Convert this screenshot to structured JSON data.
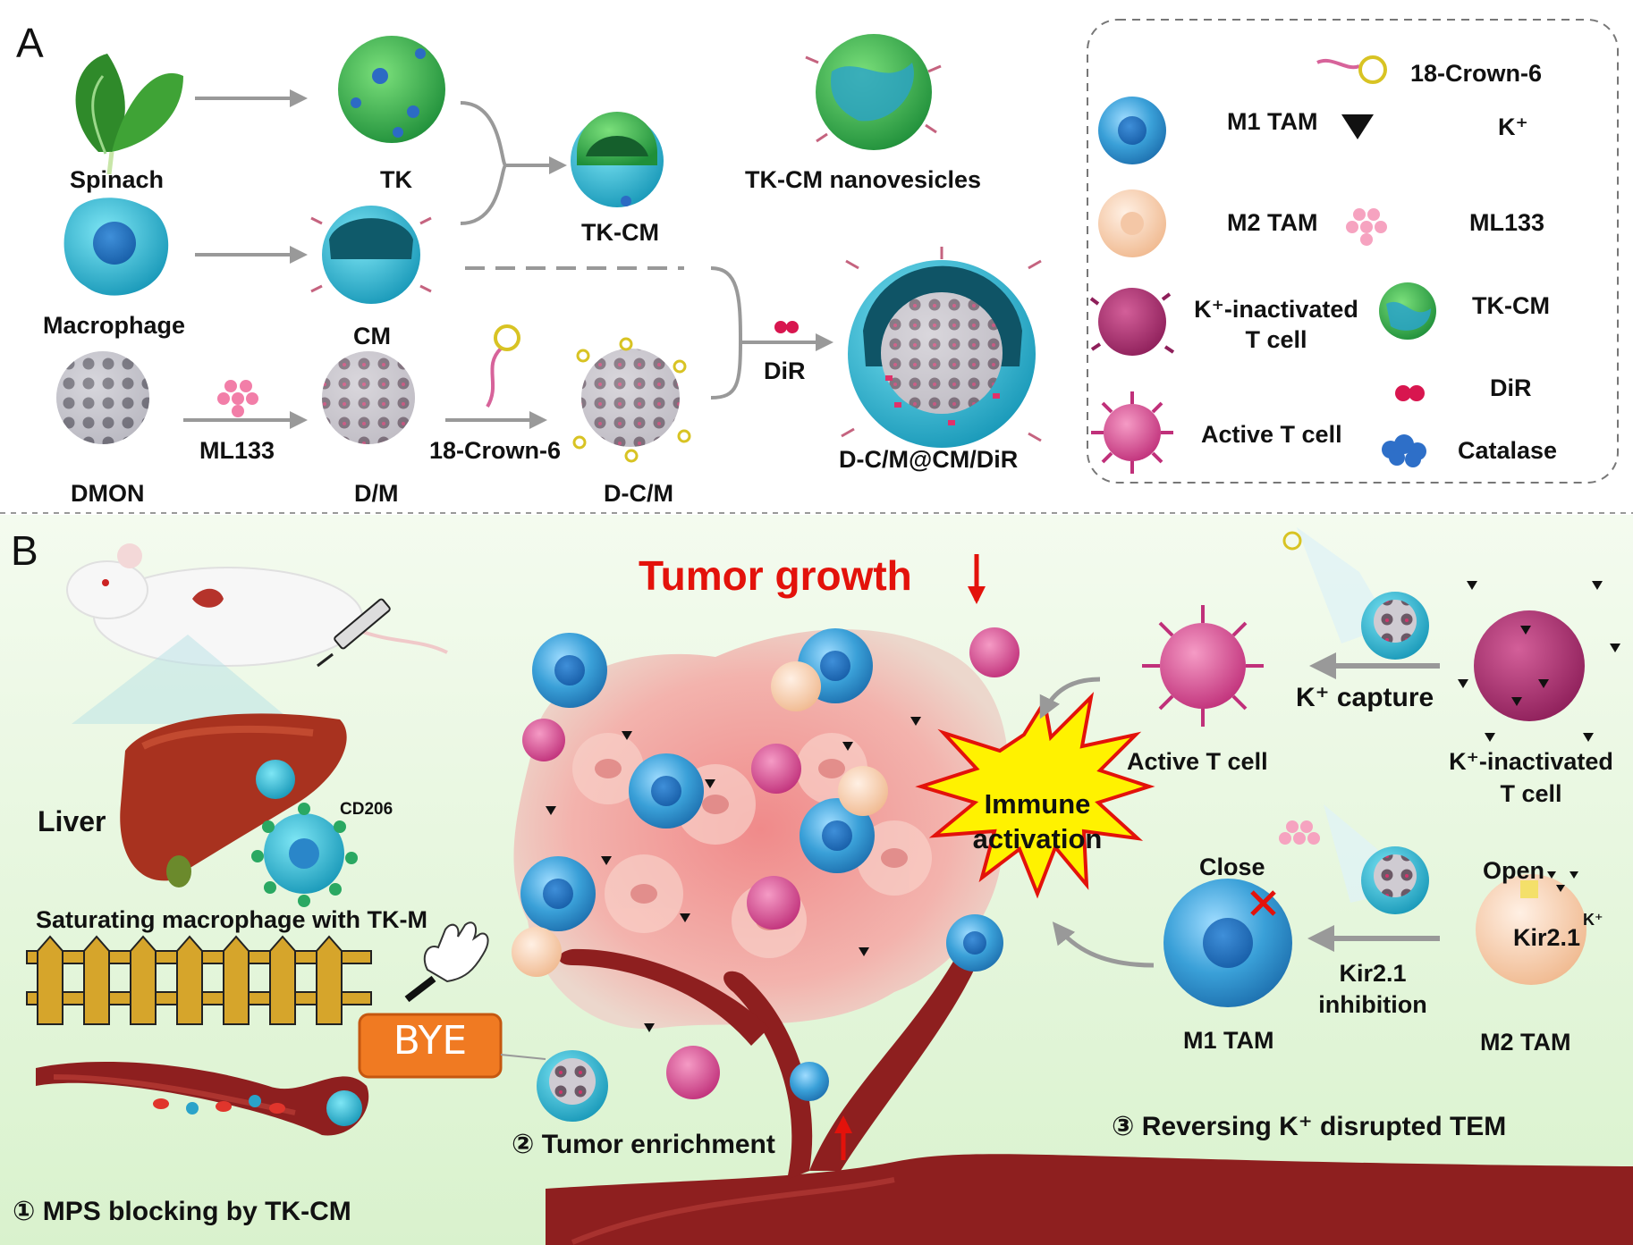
{
  "panel_a": {
    "letter": "A",
    "spinach": "Spinach",
    "tk": "TK",
    "tk_cm": "TK-CM",
    "tk_cm_nanovesicles": "TK-CM nanovesicles",
    "macrophage": "Macrophage",
    "cm": "CM",
    "dmon": "DMON",
    "ml133": "ML133",
    "dm": "D/M",
    "crown": "18-Crown-6",
    "dcm": "D-C/M",
    "dir": "DiR",
    "final": "D-C/M@CM/DiR"
  },
  "legend": {
    "crown": "18-Crown-6",
    "m1": "M1 TAM",
    "k": "K⁺",
    "m2": "M2 TAM",
    "ml133": "ML133",
    "k_inact_1": "K⁺-inactivated",
    "k_inact_2": "T cell",
    "tkcm": "TK-CM",
    "dir": "DiR",
    "active_t": "Active T cell",
    "catalase": "Catalase"
  },
  "panel_b": {
    "letter": "B",
    "tumor_growth": "Tumor growth",
    "liver": "Liver",
    "cd206": "CD206",
    "saturating": "Saturating macrophage with TK-M",
    "bye": "BYE",
    "mps": "① MPS blocking by TK-CM",
    "enrichment": "② Tumor enrichment",
    "reversing": "③ Reversing K⁺ disrupted TEM",
    "immune_1": "Immune",
    "immune_2": "activation",
    "k_capture": "K⁺ capture",
    "active_t": "Active T cell",
    "k_inact_1": "K⁺-inactivated",
    "k_inact_2": "T cell",
    "close": "Close",
    "open": "Open",
    "kir": "Kir2.1",
    "k_small": "K⁺",
    "kir_inhib_1": "Kir2.1",
    "kir_inhib_2": "inhibition",
    "m1": "M1 TAM",
    "m2": "M2 TAM"
  },
  "colors": {
    "arrow_gray": "#999999",
    "accent_red": "#e3120b",
    "m1_blue": "#3aa0d8",
    "m2_peach": "#f3c9a8",
    "t_cell_pink": "#d94f8e",
    "vessel": "#8e1f1f",
    "panel_b_bg": "#e6f6dc",
    "star_yellow": "#fff200"
  }
}
